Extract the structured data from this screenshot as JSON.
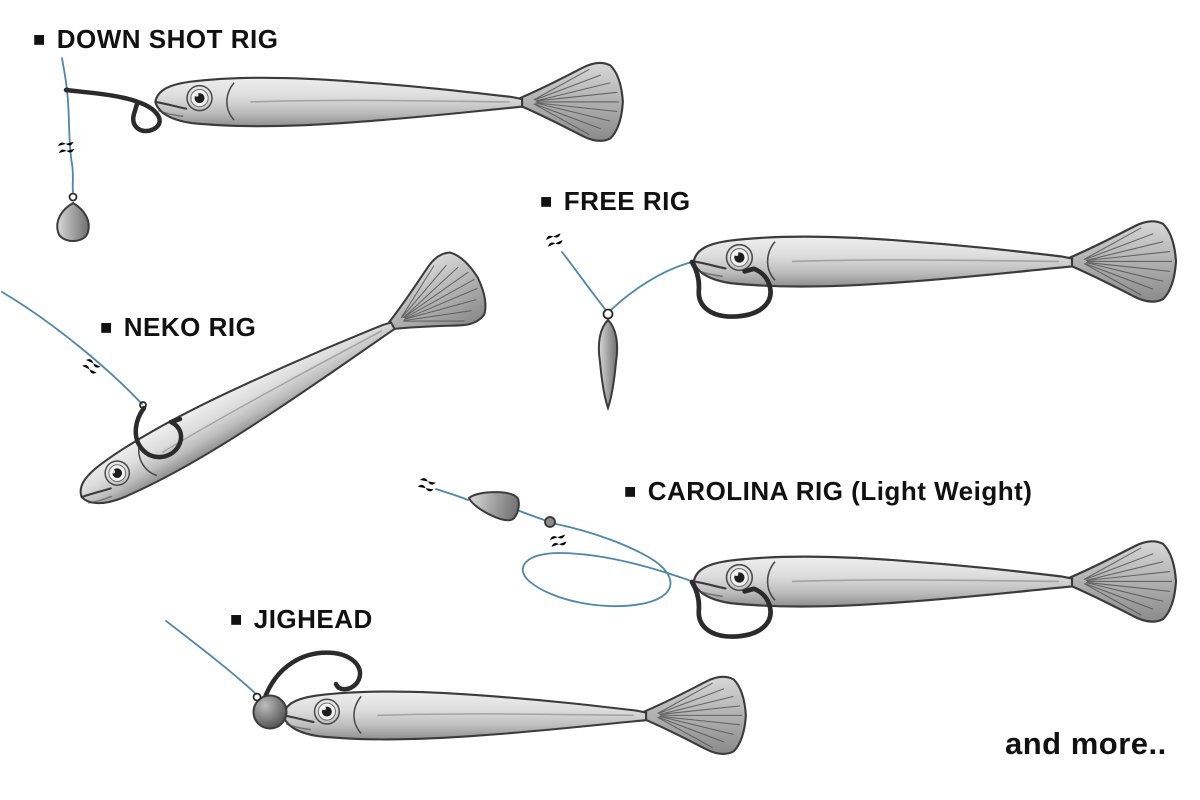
{
  "labels": {
    "down_shot": {
      "marker": "■",
      "text": "DOWN SHOT RIG"
    },
    "free_rig": {
      "marker": "■",
      "text": "FREE RIG"
    },
    "neko_rig": {
      "marker": "■",
      "text": "NEKO RIG"
    },
    "carolina_rig": {
      "marker": "■",
      "text": "CAROLINA RIG (Light Weight)"
    },
    "jighead": {
      "marker": "■",
      "text": "JIGHEAD"
    },
    "more": "and more.."
  },
  "colors": {
    "background": "#ffffff",
    "text": "#111111",
    "line_blue": "#4e86ad",
    "hook_dark": "#2b2b2b",
    "outline": "#3b3b3b"
  }
}
